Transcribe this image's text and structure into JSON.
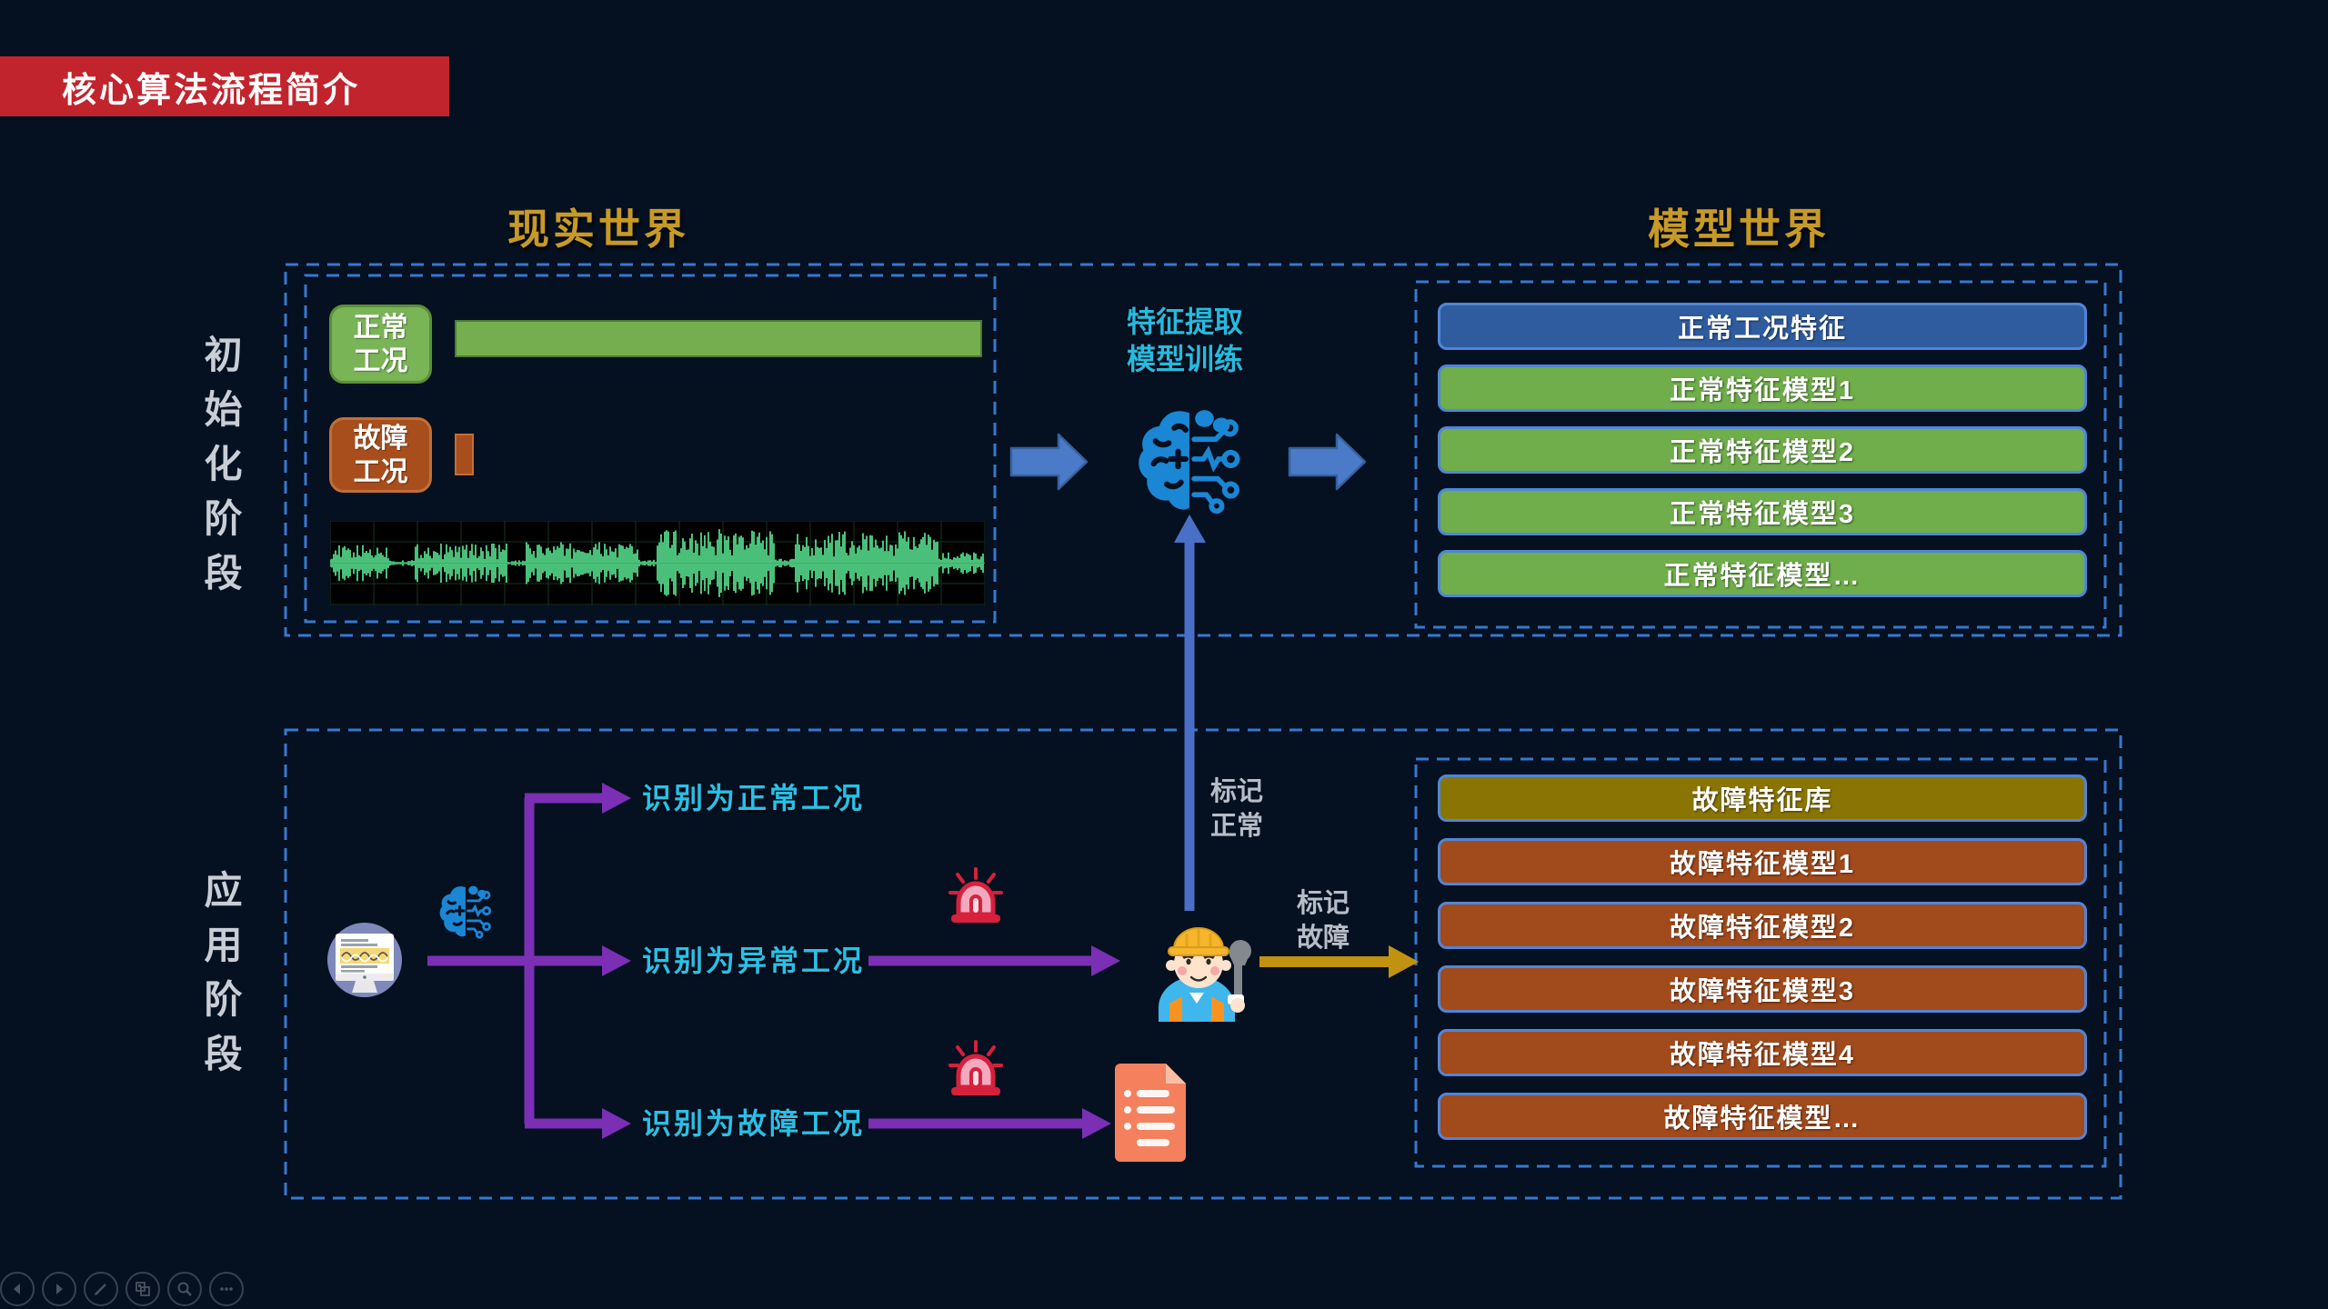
{
  "slide_title": "核心算法流程简介",
  "columns": {
    "left": "现实世界",
    "right": "模型世界"
  },
  "stages": {
    "init": "初始化阶段",
    "apply": "应用阶段"
  },
  "top_flow": {
    "normal_tag": [
      "正常",
      "工况"
    ],
    "fault_tag": [
      "故障",
      "工况"
    ],
    "process": [
      "特征提取",
      "模型训练"
    ],
    "panel": {
      "header": "正常工况特征",
      "rows": [
        "正常特征模型1",
        "正常特征模型2",
        "正常特征模型3",
        "正常特征模型…"
      ]
    }
  },
  "bottom_flow": {
    "recognize": [
      "识别为正常工况",
      "识别为异常工况",
      "识别为故障工况"
    ],
    "mark_normal": [
      "标记",
      "正常"
    ],
    "mark_fault": [
      "标记",
      "故障"
    ],
    "panel": {
      "header": "故障特征库",
      "rows": [
        "故障特征模型1",
        "故障特征模型2",
        "故障特征模型3",
        "故障特征模型4",
        "故障特征模型…"
      ]
    }
  },
  "colors": {
    "background": "#051020",
    "banner_red": "#c2242d",
    "heading_gold": "#c79a27",
    "dashed_blue": "#3579cf",
    "normal_green": "#6fae4a",
    "feature_blue": "#2f5c9f",
    "fault_rust": "#a14a1c",
    "fault_olive": "#8a7403",
    "branch_purple": "#7b2fb5",
    "label_cyan": "#2ac0e6",
    "flow_arrow_blue": "#4b7ac8",
    "mark_gold": "#c09210",
    "waveform_green": "#58e18f"
  },
  "controls": [
    "previous",
    "next",
    "pen",
    "slides",
    "zoom",
    "more"
  ]
}
